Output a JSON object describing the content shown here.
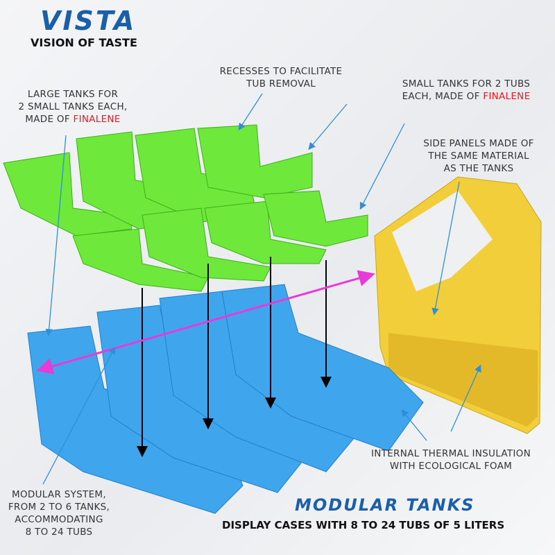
{
  "brand": {
    "name": "VISTA",
    "tagline": "VISION OF TASTE"
  },
  "labels": {
    "large_tanks": {
      "line1": "LARGE TANKS FOR",
      "line2": "2 SMALL TANKS EACH,",
      "line3_prefix": "MADE OF ",
      "material": "FINALENE"
    },
    "recesses": {
      "line1": "RECESSES TO FACILITATE",
      "line2": "TUB REMOVAL"
    },
    "small_tanks": {
      "line1": "SMALL TANKS FOR 2 TUBS",
      "line2_prefix": "EACH, MADE OF ",
      "material": "FINALENE"
    },
    "side_panels": {
      "line1": "SIDE PANELS MADE OF",
      "line2": "THE SAME MATERIAL",
      "line3": "AS THE TANKS"
    },
    "insulation": {
      "line1": "INTERNAL THERMAL INSULATION",
      "line2": "WITH ECOLOGICAL FOAM"
    },
    "modular": {
      "line1": "MODULAR SYSTEM,",
      "line2": "FROM 2 TO 6 TANKS,",
      "line3": "ACCOMMODATING",
      "line4": "8 TO 24 TUBS"
    }
  },
  "footer": {
    "title": "MODULAR TANKS",
    "subtitle": "DISPLAY CASES WITH 8 TO 24 TUBS OF 5 LITERS"
  },
  "colors": {
    "brand_blue": "#1a5fa8",
    "highlight_red": "#e41b23",
    "green_tank": "#6ee83a",
    "blue_tank": "#3fa6ee",
    "yellow_panel": "#f2cf3a",
    "callout": "#2f8fd6",
    "magenta_arrow": "#e63ad9"
  }
}
